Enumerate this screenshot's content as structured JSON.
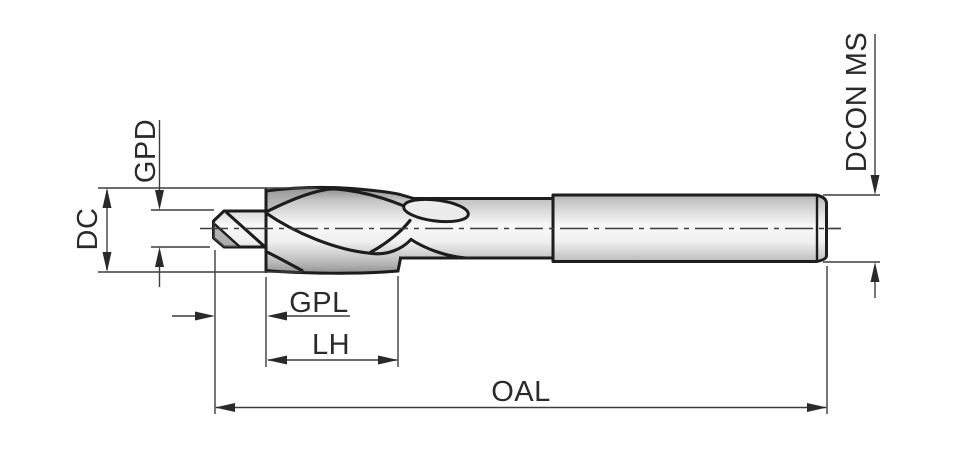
{
  "figure": {
    "type": "technical-dimension-drawing",
    "subject": "piloted step counterbore cutting tool, side view",
    "labels": {
      "cutting_diameter": "DC",
      "pilot_diameter": "GPD",
      "pilot_length": "GPL",
      "step_length": "LH",
      "overall_length": "OAL",
      "shank_connection": "DCON MS"
    },
    "colors": {
      "background": "#ffffff",
      "outline": "#1d1d1d",
      "dimension_lines": "#3d3d3d",
      "label_text": "#2a2a2a",
      "metal_light": "#f8f8f8",
      "metal_dark": "#8b8b8b"
    }
  }
}
